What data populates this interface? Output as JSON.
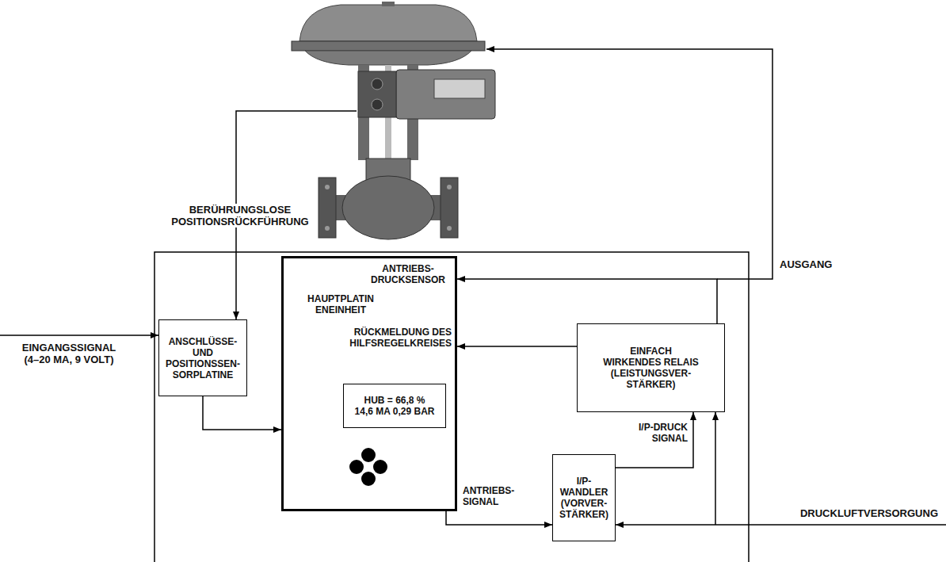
{
  "diagram": {
    "nodes": [
      {
        "text": [
          "ANSCHLÜSSE- UND POSITIONSSEN- SORPLATINE"
        ]
      },
      {
        "text": [
          "HAUPTPLATIN ENEINHEIT",
          "ANTRIEBS- DRUCKSENSOR",
          "RÜCKMELDUNG DES HILFSREGELKREISES"
        ]
      },
      {
        "text": [
          "HUB = 66,8 % 14,6 MA 0,29 BAR"
        ],
        "in": 1
      },
      {
        "text": [
          "EINFACH WIRKENDES RELAIS (LEISTUNGSVER- STÄRKER)"
        ]
      },
      {
        "text": [
          "I/P- WANDLER (VORVER- STÄRKER)"
        ]
      }
    ],
    "edges": [
      {
        "from": 0,
        "to": 1,
        "arrow": "to"
      },
      {
        "from": 3,
        "to": 1,
        "arrow": "to"
      },
      {
        "from": 3,
        "to": 1,
        "arrow": "to"
      },
      {
        "from": 1,
        "to": 4,
        "arrow": "to",
        "label": "ANTRIEBS- SIGNAL"
      },
      {
        "from": 4,
        "to": 3,
        "arrow": "to",
        "label": "I/P-DRUCK SIGNAL"
      }
    ],
    "labels": [
      "BERÜHRUNGSLOSE POSITIONSRÜCKFÜHRUNG",
      "AUSGANG",
      "EINGANGSSIGNAL (4–20 MA, 9 VOLT)",
      "DRUCKLUFTVERSORGUNG"
    ]
  }
}
